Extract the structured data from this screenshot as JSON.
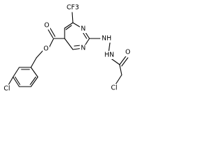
{
  "molecule": {
    "atom_labels": {
      "cf3": "CF3",
      "ester_o_carbonyl": "O",
      "ester_o_ether": "O",
      "ring_n_top": "N",
      "ring_n_bottom": "N",
      "nh_1": "NH",
      "nh_2": "HN",
      "amide_o": "O",
      "cl_aryl": "Cl",
      "cl_alkyl": "Cl"
    },
    "colors": {
      "bond": "#000000",
      "label": "#000000",
      "background": "#ffffff"
    }
  }
}
